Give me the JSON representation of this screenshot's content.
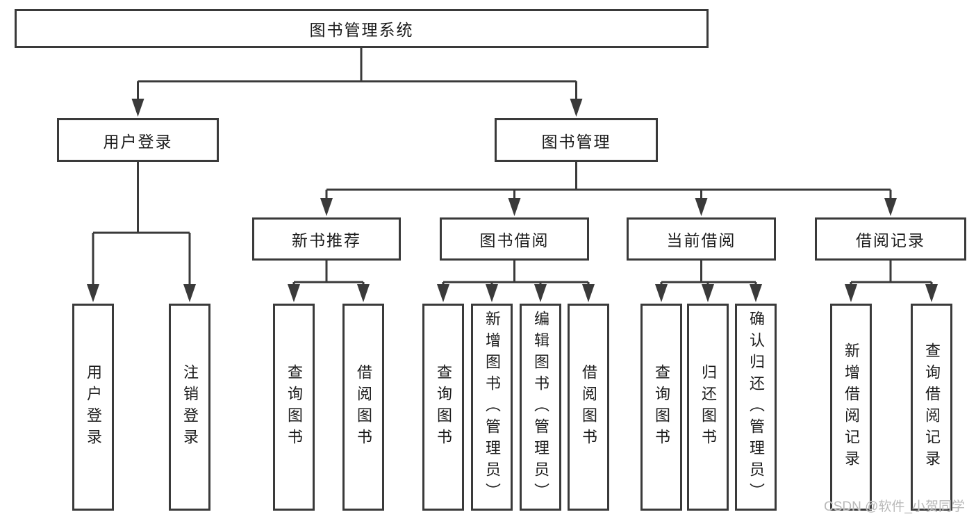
{
  "tree": {
    "root": {
      "label": "图书管理系统",
      "children": [
        {
          "label": "用户登录",
          "children": [
            {
              "label": "用户登录"
            },
            {
              "label": "注销登录"
            }
          ]
        },
        {
          "label": "图书管理",
          "children": [
            {
              "label": "新书推荐",
              "children": [
                {
                  "label": "查询图书"
                },
                {
                  "label": "借阅图书"
                }
              ]
            },
            {
              "label": "图书借阅",
              "children": [
                {
                  "label": "查询图书"
                },
                {
                  "label": "新增图书（管理员）"
                },
                {
                  "label": "编辑图书（管理员）"
                },
                {
                  "label": "借阅图书"
                }
              ]
            },
            {
              "label": "当前借阅",
              "children": [
                {
                  "label": "查询图书"
                },
                {
                  "label": "归还图书"
                },
                {
                  "label": "确认归还（管理员）"
                }
              ]
            },
            {
              "label": "借阅记录",
              "children": [
                {
                  "label": "新增借阅记录"
                },
                {
                  "label": "查询借阅记录"
                }
              ]
            }
          ]
        }
      ]
    }
  },
  "watermark": {
    "text": "CSDN @软件_小贺同学"
  },
  "colors": {
    "line": "#3a3a3a",
    "box_border": "#3a3a3a",
    "box_fill": "#ffffff",
    "text": "#1c1c1c",
    "watermark": "#b9b9b9",
    "background": "#ffffff"
  }
}
